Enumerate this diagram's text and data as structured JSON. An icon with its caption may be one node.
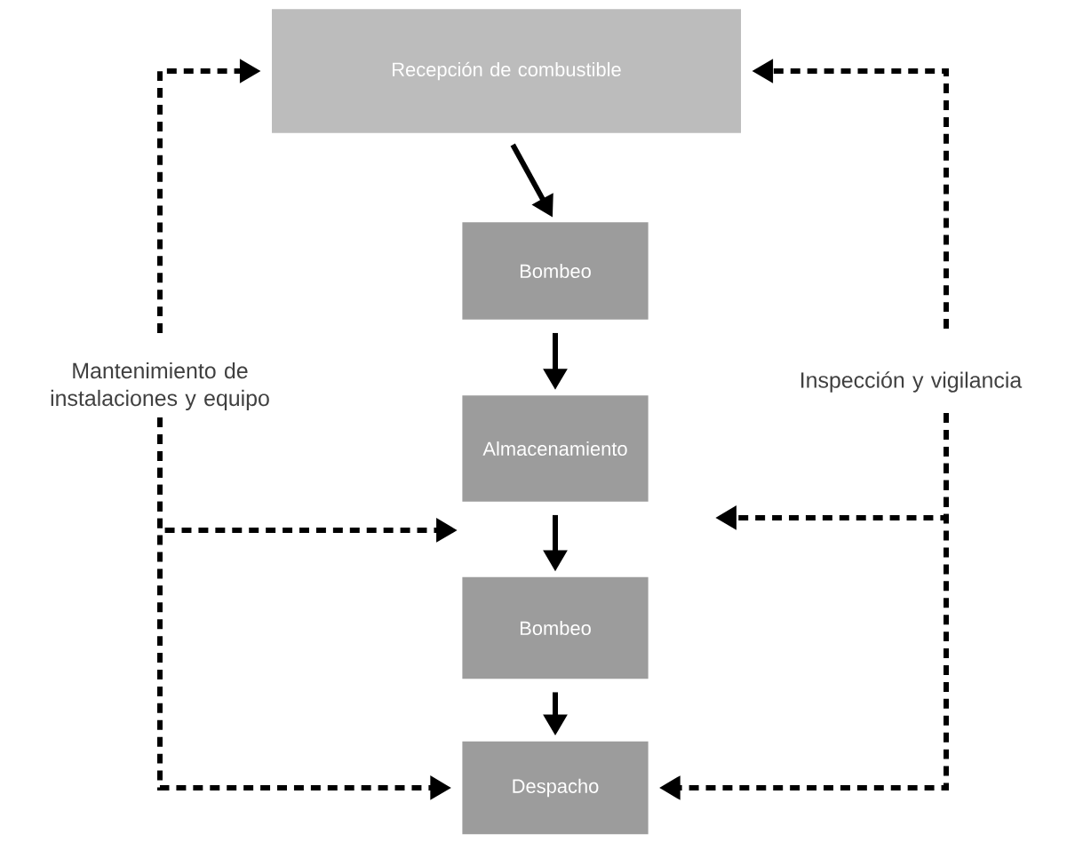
{
  "diagram": {
    "nodes": [
      {
        "text": [
          "Recepción de combustible"
        ]
      },
      {
        "text": [
          "Bombeo"
        ]
      },
      {
        "text": [
          "Almacenamiento"
        ]
      },
      {
        "text": [
          "Bombeo"
        ]
      },
      {
        "text": [
          "Despacho"
        ]
      },
      {
        "text": [
          "Mantenimiento de instalaciones y equipo"
        ]
      },
      {
        "text": [
          "Inspección y vigilancia"
        ]
      }
    ],
    "edges": [
      {
        "from": 0,
        "to": 1,
        "arrow": "to"
      },
      {
        "from": 1,
        "to": 2,
        "arrow": "to"
      },
      {
        "from": 2,
        "to": 3,
        "arrow": "to"
      },
      {
        "from": 3,
        "to": 4,
        "arrow": "to"
      },
      {
        "from": 5,
        "to": 0,
        "arrow": "to",
        "style": "dashed"
      },
      {
        "from": 5,
        "to": null,
        "arrow": "to",
        "style": "dashed"
      },
      {
        "from": 5,
        "to": 4,
        "arrow": "to",
        "style": "dashed"
      },
      {
        "from": 6,
        "to": 0,
        "arrow": "to",
        "style": "dashed"
      },
      {
        "from": 6,
        "to": null,
        "arrow": "to",
        "style": "dashed"
      },
      {
        "from": 6,
        "to": 4,
        "arrow": "to",
        "style": "dashed"
      }
    ]
  }
}
